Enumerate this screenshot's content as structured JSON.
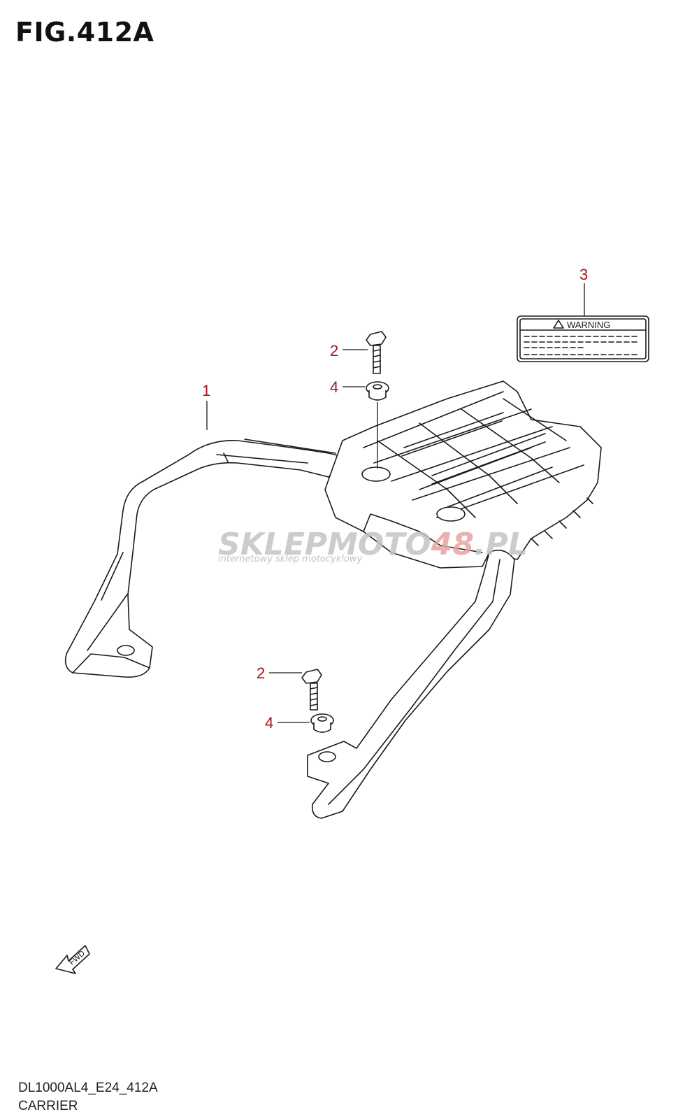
{
  "figure": {
    "title": "FIG.412A",
    "model_code": "DL1000AL4_E24_412A",
    "section_name": "CARRIER"
  },
  "callouts": [
    {
      "id": "callout-1",
      "number": "1",
      "part": "carrier"
    },
    {
      "id": "callout-2a",
      "number": "2",
      "part": "bolt"
    },
    {
      "id": "callout-4a",
      "number": "4",
      "part": "washer"
    },
    {
      "id": "callout-3",
      "number": "3",
      "part": "warning-label"
    },
    {
      "id": "callout-2b",
      "number": "2",
      "part": "bolt"
    },
    {
      "id": "callout-4b",
      "number": "4",
      "part": "washer"
    }
  ],
  "warning_label": {
    "text": "WARNING"
  },
  "fwd_arrow": {
    "text": "FWD"
  },
  "watermark": {
    "main_a": "SKLEPMOTO",
    "main_b": "48",
    "main_c": ".PL",
    "sub": "internetowy sklep motocyklowy"
  },
  "colors": {
    "callout": "#a01818",
    "line": "#1a1a1a",
    "watermark_gray": "#c4c4c4",
    "watermark_red": "#e9a3a3"
  }
}
